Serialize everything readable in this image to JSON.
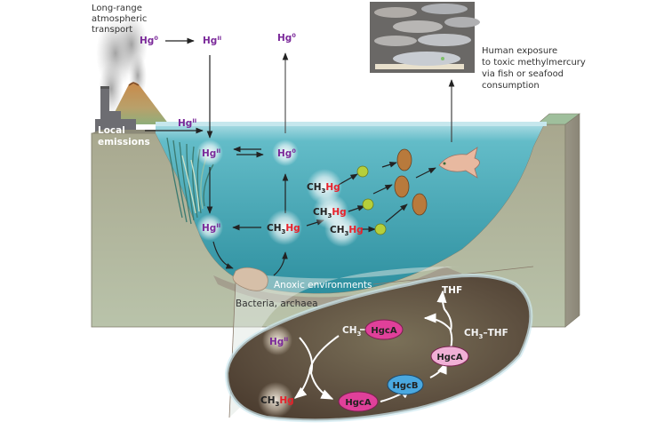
{
  "diagram": {
    "title": "Mercury cycling and methylation",
    "labels": {
      "long_range": [
        "Long-range",
        "atmospheric",
        "transport"
      ],
      "local_emissions": [
        "Local",
        "emissions"
      ],
      "human_exposure": [
        "Human exposure",
        "to toxic methylmercury",
        "via fish or seafood",
        "consumption"
      ],
      "anoxic": "Anoxic environments",
      "bacteria": "Bacteria, archaea"
    },
    "species": {
      "hg": "Hg",
      "hg0_sup": "0",
      "hgII_sup": "II",
      "ch": "CH",
      "ch3_sub": "3",
      "ch3hg_hg": "Hg"
    },
    "pathway": {
      "thf": "THF",
      "ch3_thf": "CH",
      "ch3_thf_sub": "3",
      "ch3_thf_tail": "–THF",
      "enzymes": {
        "hgcA": "HgcA",
        "hgcB": "HgcB"
      }
    },
    "colors": {
      "mercury_purple": "#7b2a9a",
      "methyl_red": "#e8202a",
      "water": "#3fa6b4",
      "soil": "#b3b7a0",
      "cell": "#5e5040",
      "hgcA_magenta": "#e0409a",
      "hgcA_light": "#f0b0d6",
      "hgcB_blue": "#4aa8e0"
    }
  }
}
